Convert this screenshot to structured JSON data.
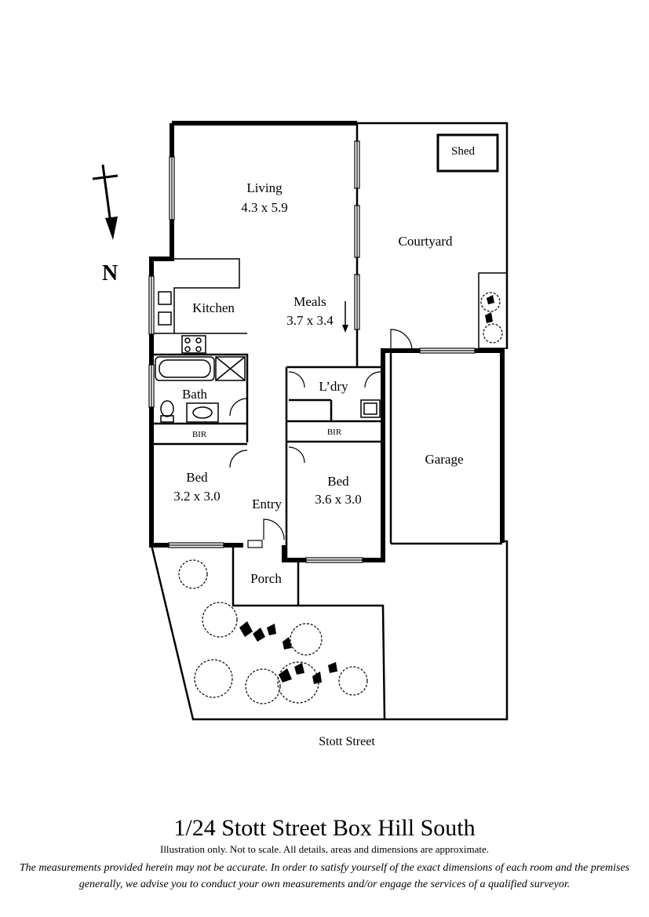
{
  "compass": {
    "label": "N"
  },
  "rooms": {
    "living": {
      "name": "Living",
      "dims": "4.3 x 5.9"
    },
    "meals": {
      "name": "Meals",
      "dims": "3.7 x 3.4"
    },
    "kitchen": {
      "name": "Kitchen"
    },
    "bath": {
      "name": "Bath"
    },
    "laundry": {
      "name": "L’dry"
    },
    "bir_left": {
      "name": "BIR"
    },
    "bir_right": {
      "name": "BIR"
    },
    "bed1": {
      "name": "Bed",
      "dims": "3.2 x 3.0"
    },
    "bed2": {
      "name": "Bed",
      "dims": "3.6 x 3.0"
    },
    "entry": {
      "name": "Entry"
    },
    "porch": {
      "name": "Porch"
    },
    "garage": {
      "name": "Garage"
    },
    "courtyard": {
      "name": "Courtyard"
    },
    "shed": {
      "name": "Shed"
    }
  },
  "street": "Stott Street",
  "footer": {
    "address": "1/24 Stott Street Box Hill South",
    "illustration_note": "Illustration only. Not to scale. All details, areas and dimensions are approximate.",
    "disclaimer": "The measurements provided herein may not be accurate. In order to satisfy yourself of the exact dimensions of each room and the premises generally, we advise you to conduct your own measurements and/or engage the services of a qualified surveyor."
  }
}
